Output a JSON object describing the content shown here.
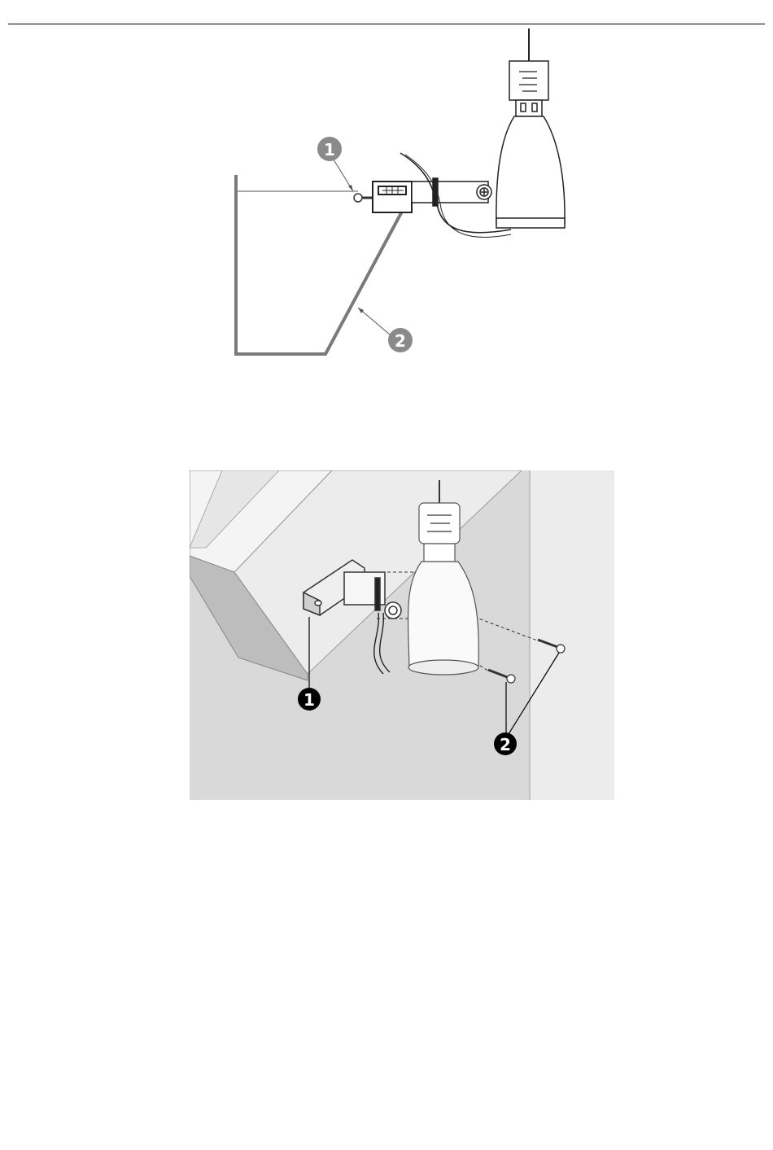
{
  "figure_top": {
    "callouts": [
      {
        "id": "1",
        "label": "1"
      },
      {
        "id": "2",
        "label": "2"
      }
    ],
    "callout_color": "#8a8a8a"
  },
  "figure_bottom": {
    "callouts": [
      {
        "id": "1",
        "label": "1"
      },
      {
        "id": "2",
        "label": "2"
      }
    ],
    "callout_color": "#000000"
  }
}
